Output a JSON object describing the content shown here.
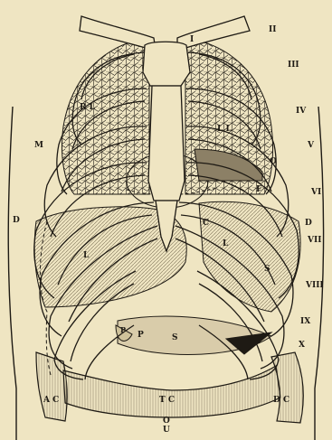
{
  "colors": {
    "paper": "#efe5c2",
    "ink": "#1e1a14",
    "shade": "#cfc29a",
    "dark": "#8c8066"
  },
  "labels": {
    "roman": {
      "II": "II",
      "III": "III",
      "IV": "IV",
      "V": "V",
      "VI": "VI",
      "VII": "VII",
      "VIII": "VIII",
      "IX": "IX",
      "X": "X"
    },
    "right_lung": "R L",
    "left_lung": "L L",
    "m": "M",
    "i": "I",
    "d_right": "D",
    "d_left": "D",
    "f": "F",
    "c": "C",
    "liver": "L",
    "l_left": "L",
    "spleen": "S",
    "stomach": "S",
    "p_small": "P",
    "p_large": "P",
    "ac": "A C",
    "tc": "T C",
    "dc": "D C",
    "u": "U",
    "o": "O"
  }
}
